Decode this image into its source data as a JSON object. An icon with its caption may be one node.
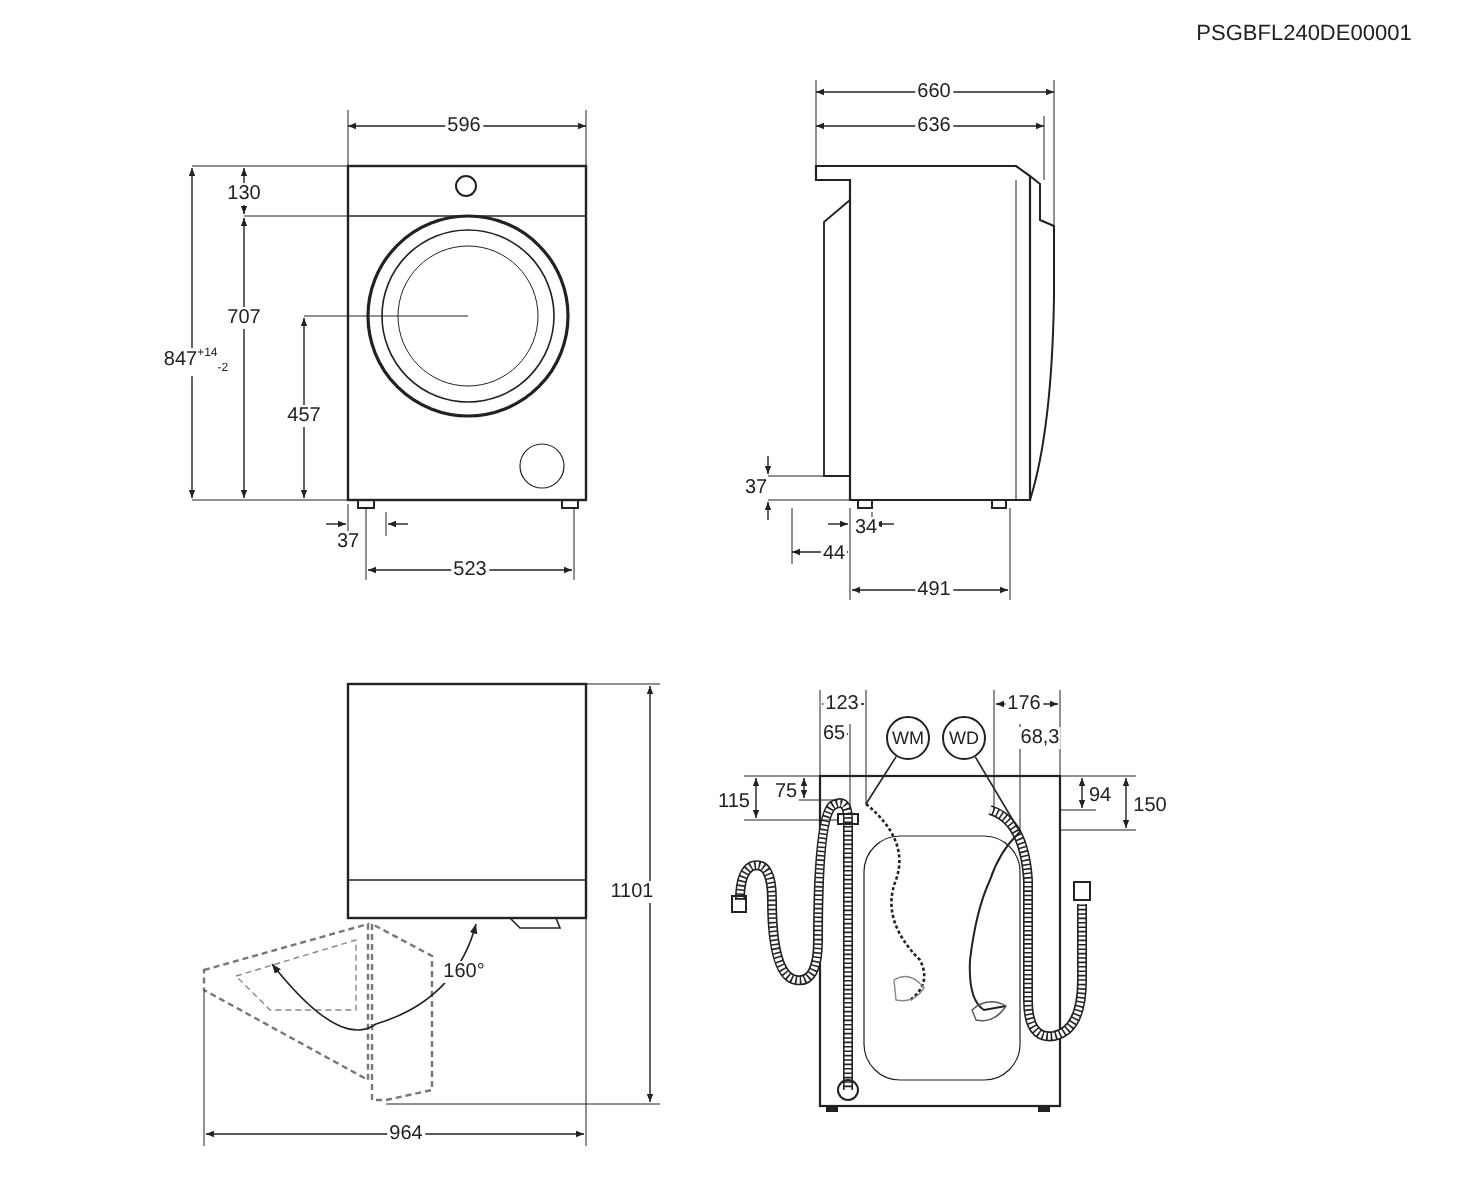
{
  "diagram": {
    "nodes": [
      {
        "text": [
          "WM"
        ]
      },
      {
        "text": [
          "WD"
        ]
      }
    ],
    "edges": [
      {
        "from": 0,
        "to": null,
        "arrow": "none"
      },
      {
        "from": 1,
        "to": null,
        "arrow": "none"
      }
    ],
    "labels": [
      "PSGBFL240DE00001",
      "596",
      "130",
      "707",
      "847$^{+14}$$_{-2}$",
      "457",
      "37",
      "523",
      "660",
      "636",
      "37",
      "34",
      "44",
      "491",
      "1101",
      "160°",
      "964",
      "123",
      "65",
      "176",
      "68,3",
      "115",
      "75",
      "94",
      "150"
    ]
  }
}
